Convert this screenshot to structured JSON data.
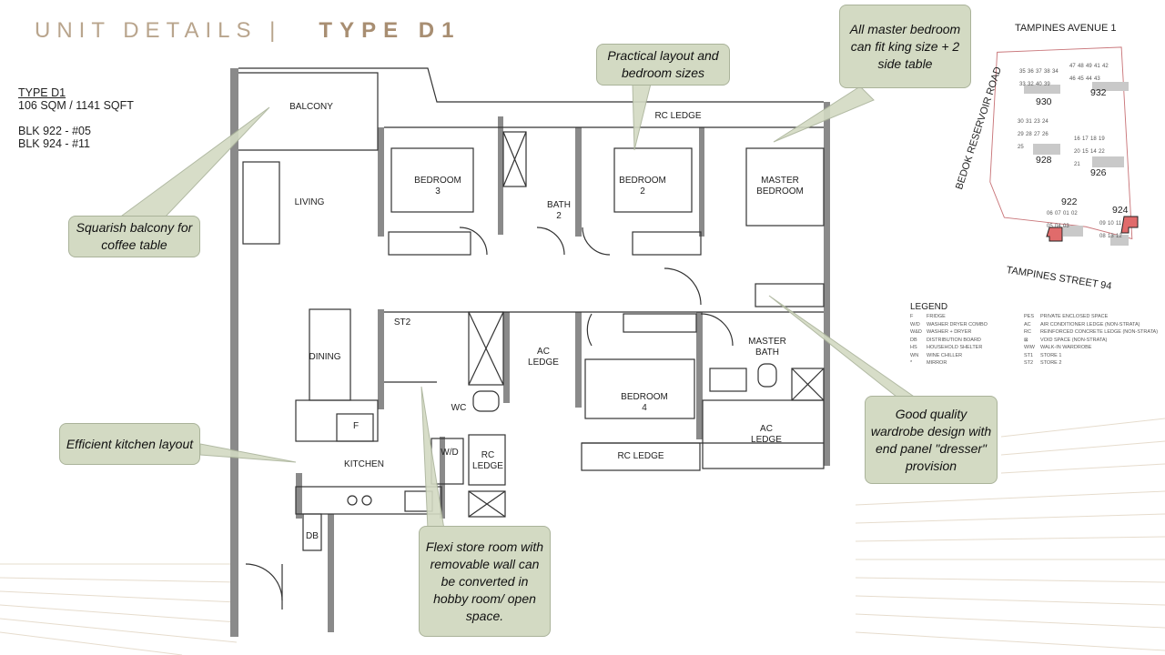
{
  "header": {
    "title_light": "UNIT DETAILS  |",
    "title_bold": "TYPE D1"
  },
  "unit_info": {
    "type": "TYPE D1",
    "area": "106 SQM / 1141 SQFT",
    "blocks": [
      "BLK 922 - #05",
      "BLK 924 - #11"
    ]
  },
  "rooms": {
    "balcony": "BALCONY",
    "living": "LIVING",
    "bedroom3": "BEDROOM\n3",
    "bath2": "BATH\n2",
    "rc_ledge_top": "RC LEDGE",
    "bedroom2": "BEDROOM\n2",
    "master_bedroom": "MASTER\nBEDROOM",
    "dining": "DINING",
    "st2": "ST2",
    "ac_ledge_1": "AC\nLEDGE",
    "bedroom4": "BEDROOM\n4",
    "master_bath": "MASTER\nBATH",
    "ac_ledge_2": "AC\nLEDGE",
    "rc_ledge_bottom": "RC LEDGE",
    "wc": "WC",
    "fridge": "F",
    "kitchen": "KITCHEN",
    "wd": "W/D",
    "rc_ledge_kitchen": "RC\nLEDGE",
    "db": "DB"
  },
  "callouts": {
    "balcony": "Squarish balcony for coffee table",
    "layout": "Practical layout and bedroom sizes",
    "master": "All master bedroom can fit king size + 2 side table",
    "wardrobe": "Good quality wardrobe design with end panel \"dresser\" provision",
    "kitchen": "Efficient kitchen layout",
    "store": "Flexi store room with removable wall can be converted in hobby room/ open space."
  },
  "legend": {
    "title": "LEGEND",
    "left": [
      [
        "F",
        "FRIDGE"
      ],
      [
        "W/D",
        "WASHER DRYER COMBO"
      ],
      [
        "W&D",
        "WASHER + DRYER"
      ],
      [
        "DB",
        "DISTRIBUTION BOARD"
      ],
      [
        "HS",
        "HOUSEHOLD SHELTER"
      ],
      [
        "WN",
        "WINE CHILLER"
      ],
      [
        "*",
        "MIRROR"
      ]
    ],
    "right": [
      [
        "PES",
        "PRIVATE ENCLOSED SPACE"
      ],
      [
        "AC",
        "AIR CONDITIONER LEDGE (NON-STRATA)"
      ],
      [
        "RC",
        "REINFORCED CONCRETE LEDGE (NON-STRATA)"
      ],
      [
        "⊠",
        "VOID SPACE (NON-STRATA)"
      ],
      [
        "WIW",
        "WALK-IN WARDROBE"
      ],
      [
        "ST1",
        "STORE 1"
      ],
      [
        "ST2",
        "STORE 2"
      ]
    ]
  },
  "site_plan": {
    "road_top": "TAMPINES AVENUE 1",
    "road_left": "BEDOK RESERVOIR ROAD",
    "road_bottom": "TAMPINES STREET 94",
    "blocks": [
      "930",
      "932",
      "928",
      "926",
      "922",
      "924"
    ],
    "highlight_color": "#e06b6b",
    "units_930": [
      "35",
      "36",
      "37",
      "38",
      "34",
      "33",
      "32",
      "40",
      "39"
    ],
    "units_932": [
      "47",
      "48",
      "49",
      "41",
      "42",
      "46",
      "45",
      "44",
      "43"
    ],
    "units_928": [
      "30",
      "31",
      "23",
      "24",
      "29",
      "28",
      "27",
      "26",
      "25"
    ],
    "units_926": [
      "16",
      "17",
      "18",
      "19",
      "20",
      "15",
      "14",
      "22",
      "21"
    ],
    "units_922": [
      "06",
      "07",
      "01",
      "02",
      "05",
      "04",
      "03"
    ],
    "units_924": [
      "09",
      "10",
      "11",
      "08",
      "13",
      "12"
    ]
  },
  "colors": {
    "title": "#b9a58d",
    "callout_fill": "#d3dac3",
    "wall": "#8a8a8a",
    "accent_lines": "#e3d7c6"
  }
}
